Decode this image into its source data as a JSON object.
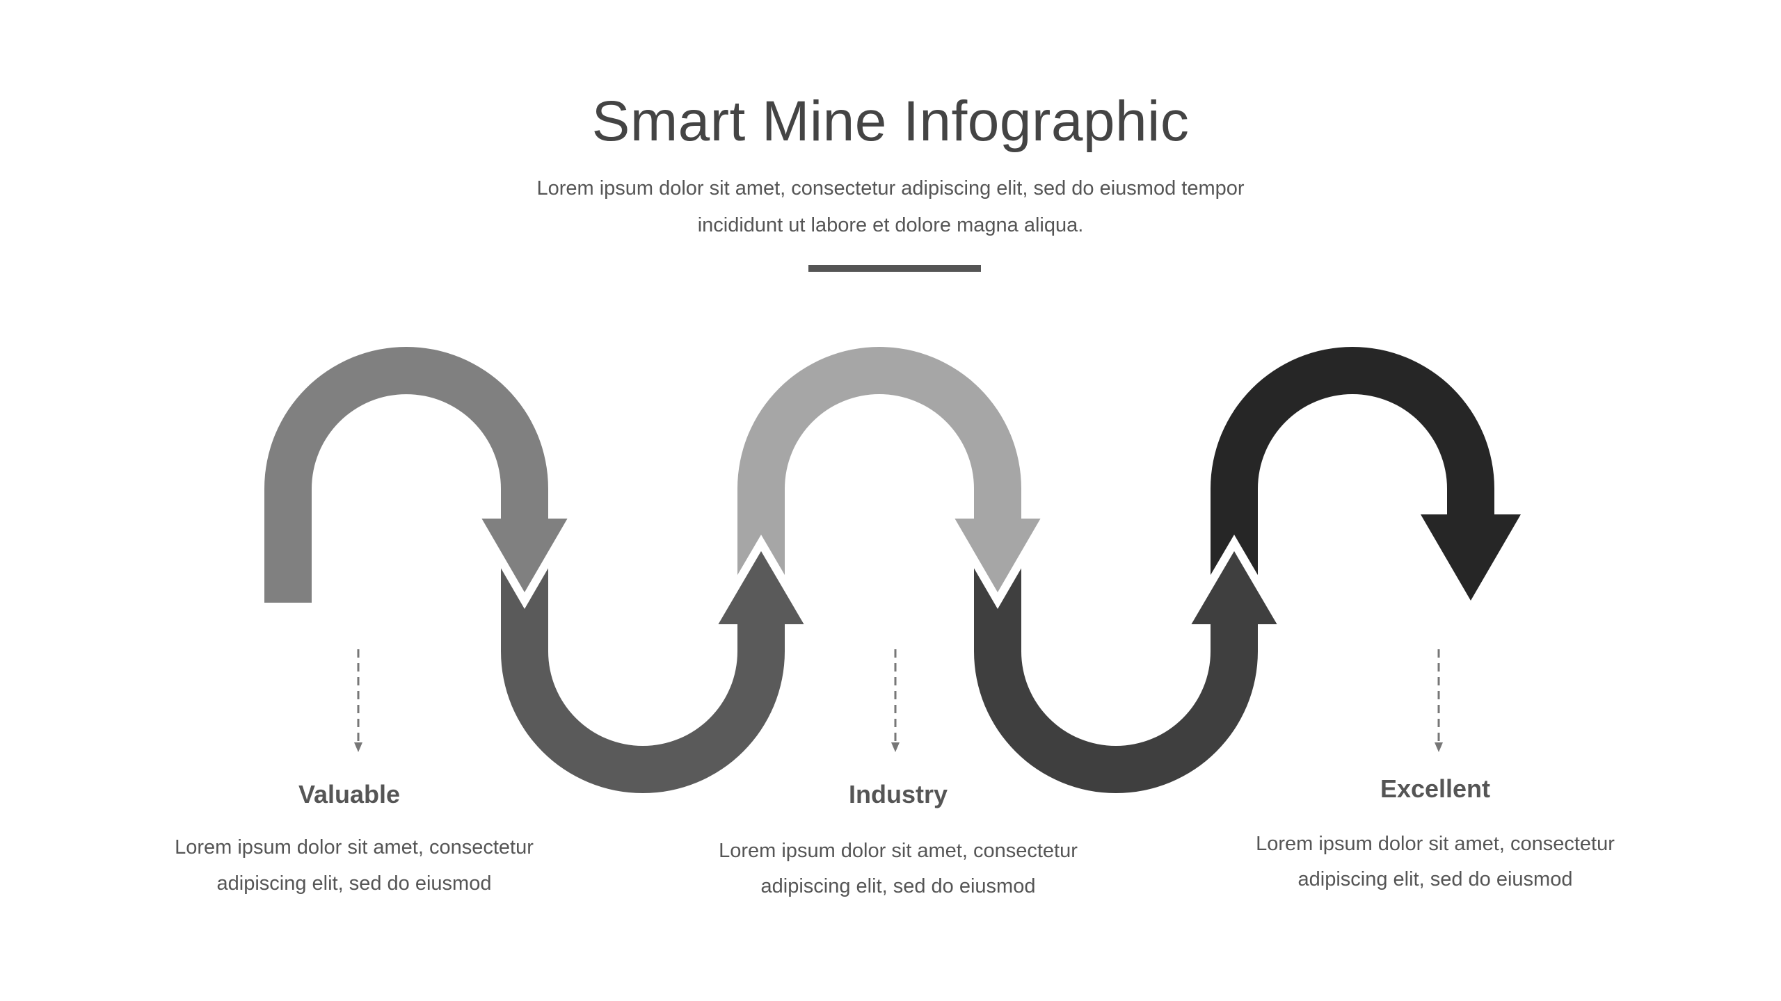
{
  "header": {
    "title": "Smart Mine Infographic",
    "subtitle_lines": [
      "Lorem ipsum dolor sit amet, consectetur adipiscing elit, sed do eiusmod tempor",
      "incididunt ut labore et dolore magna aliqua."
    ]
  },
  "colors": {
    "arc1": "#808080",
    "arc2": "#5a5a5a",
    "arc3": "#a6a6a6",
    "arc4": "#3f3f3f",
    "arc5": "#262626",
    "text": "#555555"
  },
  "items": [
    {
      "title": "Valuable",
      "lines": [
        "Lorem ipsum dolor sit amet, consectetur",
        "adipiscing elit, sed do eiusmod"
      ]
    },
    {
      "title": "Industry",
      "lines": [
        "Lorem ipsum dolor sit amet, consectetur",
        "adipiscing elit, sed do eiusmod"
      ]
    },
    {
      "title": "Excellent",
      "lines": [
        "Lorem ipsum dolor sit amet, consectetur",
        "adipiscing elit, sed do eiusmod"
      ]
    }
  ]
}
